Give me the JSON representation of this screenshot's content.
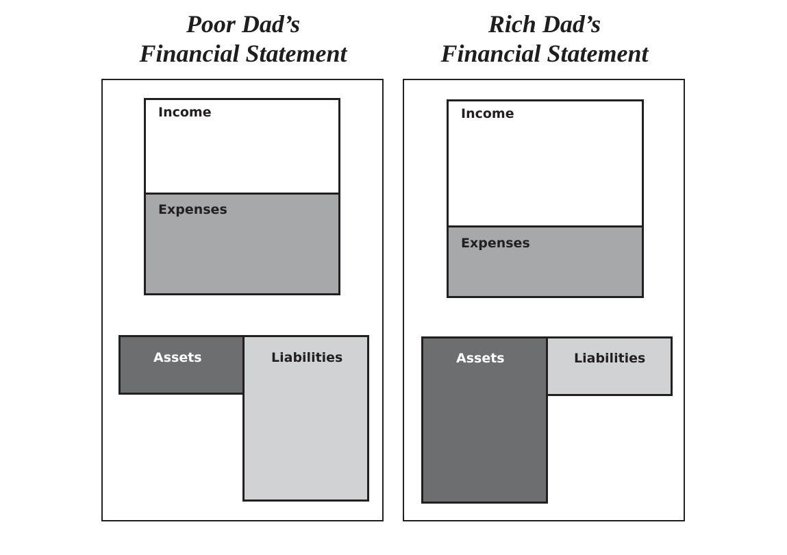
{
  "poor_dad": {
    "title_line1": "Poor Dad’s",
    "title_line2": "Financial Statement",
    "income_label": "Income",
    "expenses_label": "Expenses",
    "assets_label": "Assets",
    "liabilities_label": "Liabilities"
  },
  "rich_dad": {
    "title_line1": "Rich Dad’s",
    "title_line2": "Financial Statement",
    "income_label": "Income",
    "expenses_label": "Expenses",
    "assets_label": "Assets",
    "liabilities_label": "Liabilities"
  },
  "colors": {
    "outline": "#231f20",
    "income_fill": "#ffffff",
    "expenses_fill": "#a7a8aa",
    "assets_fill": "#6d6e70",
    "liabilities_fill": "#d1d2d3"
  }
}
